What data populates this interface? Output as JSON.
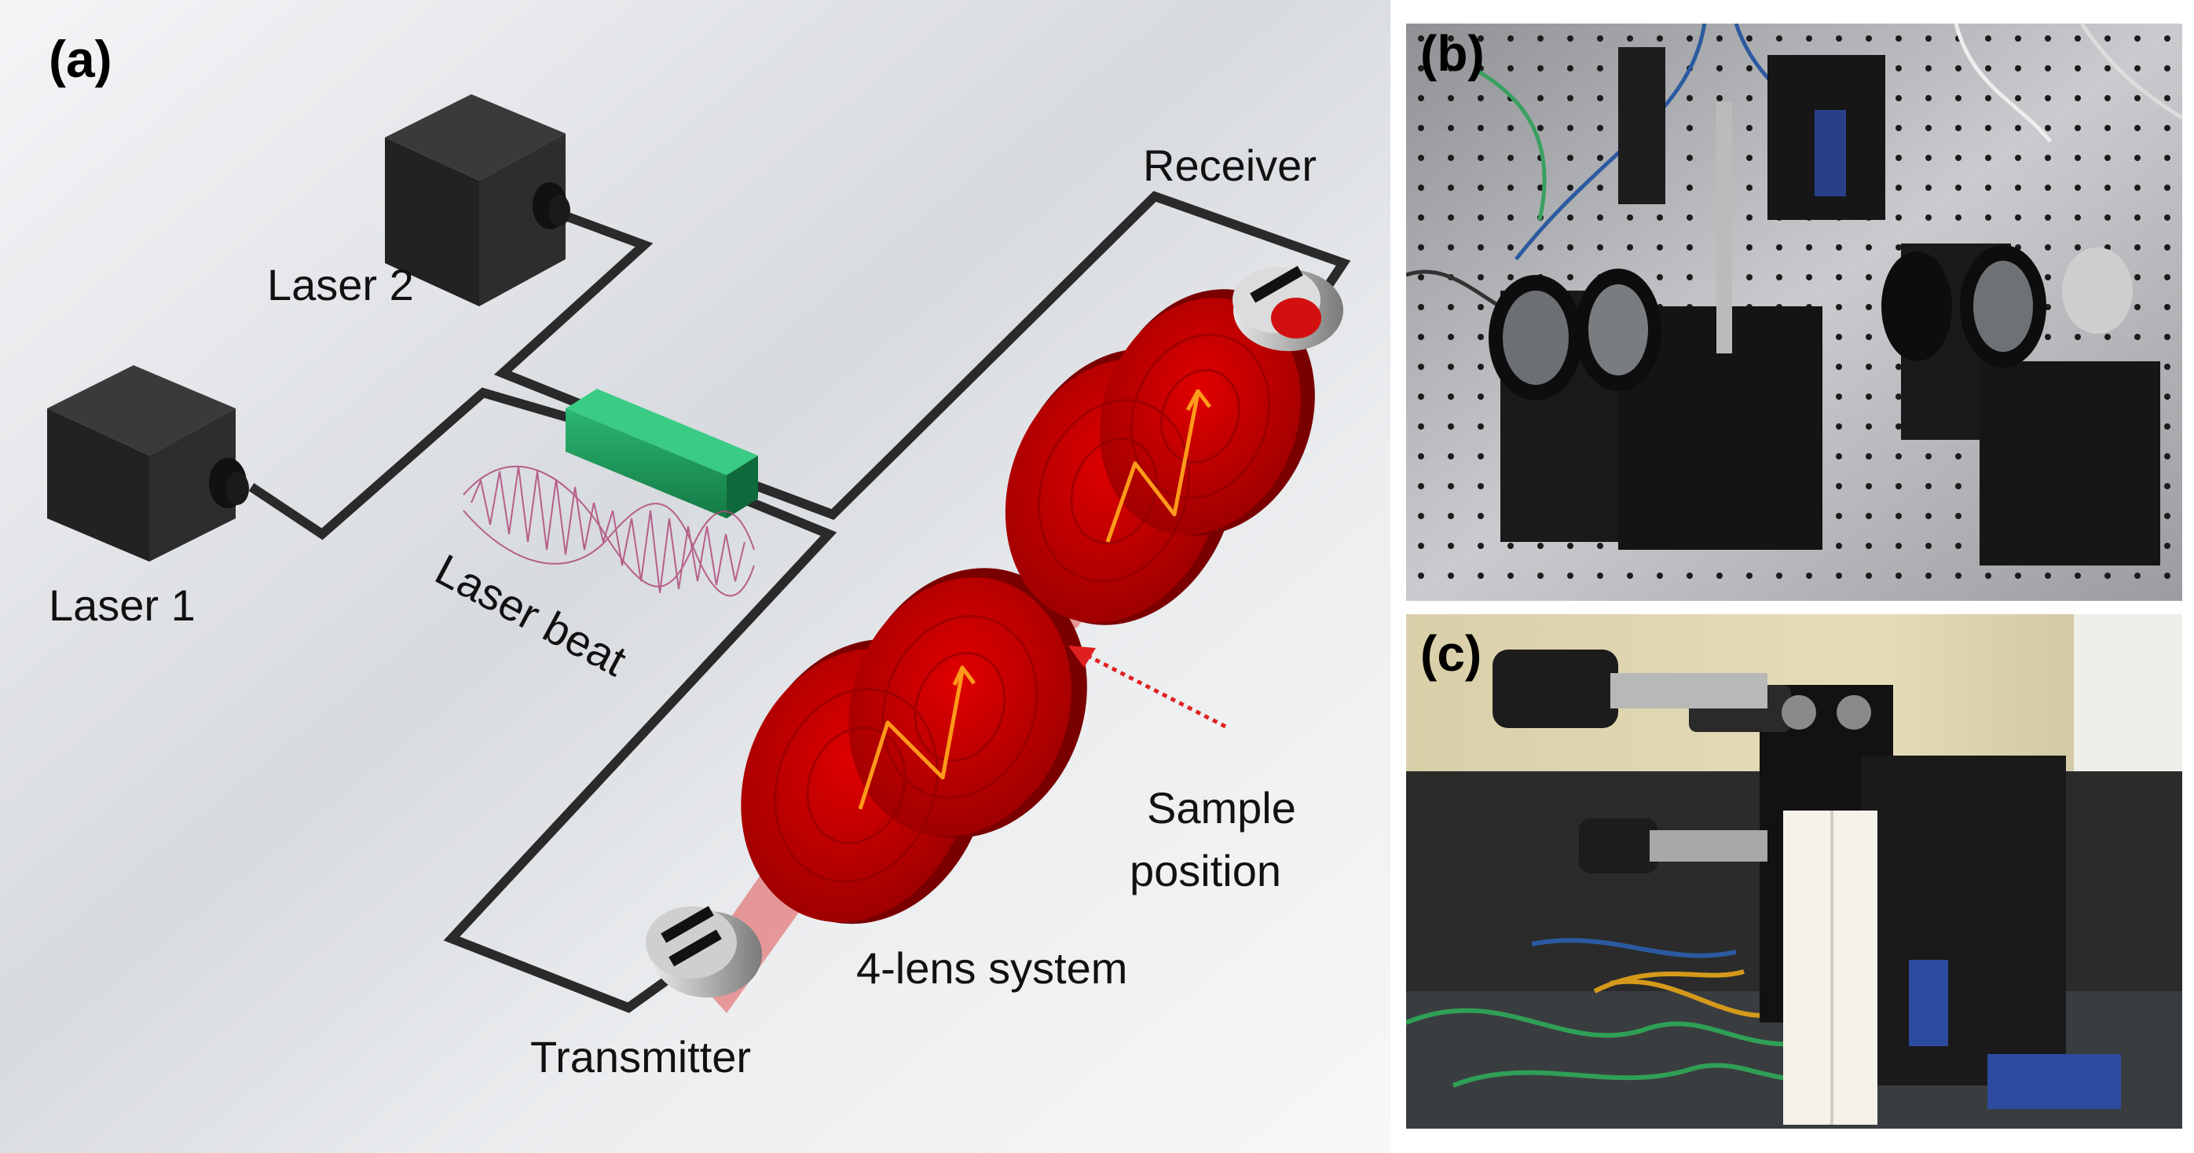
{
  "panels": {
    "a": {
      "letter": "(a)",
      "labels": {
        "laser1": "Laser 1",
        "laser2": "Laser 2",
        "laser_beat": "Laser beat",
        "receiver": "Receiver",
        "transmitter": "Transmitter",
        "lens_system": "4-lens system",
        "sample_line1": "Sample",
        "sample_line2": "position"
      }
    },
    "b": {
      "letter": "(b)"
    },
    "c": {
      "letter": "(c)"
    }
  },
  "colors": {
    "laser_box": "#2b2b2b",
    "fiber": "#2a2a2a",
    "coupler": "#1f9a5a",
    "lens": "#c40000",
    "beam": "#e23030",
    "ray": "#ff9a1a",
    "arrow": "#e02020",
    "beat": "#b04a7a"
  }
}
